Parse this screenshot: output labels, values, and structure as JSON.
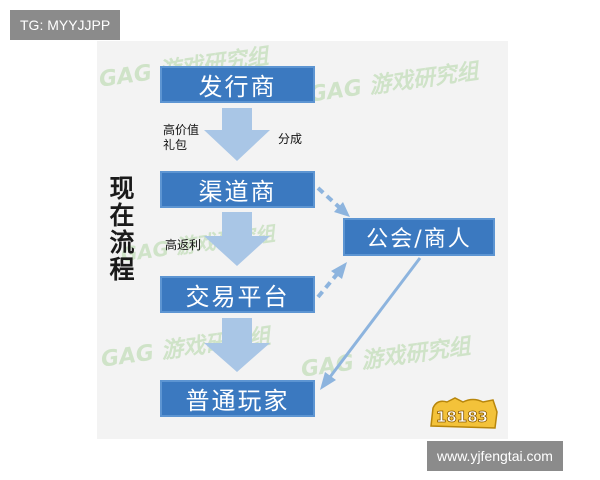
{
  "tags": {
    "top_left": "TG: MYYJJPP",
    "bottom_right": "www.yjfengtai.com"
  },
  "diagram": {
    "side_title": "现在流程",
    "nodes": {
      "publisher": "发行商",
      "channel": "渠道商",
      "trading": "交易平台",
      "guild": "公会/商人",
      "player": "普通玩家"
    },
    "edge_labels": {
      "gift_pack": "高价值礼包",
      "revenue_share": "分成",
      "high_rebate": "高返利"
    }
  },
  "watermark": {
    "text": "GAG 游戏研究组",
    "logo": "18183"
  },
  "colors": {
    "node_fill": "#3b79c0",
    "arrow_fill": "#a9c6e6",
    "tag_bg": "#8b8b8b",
    "watermark": "#8fc77a"
  }
}
